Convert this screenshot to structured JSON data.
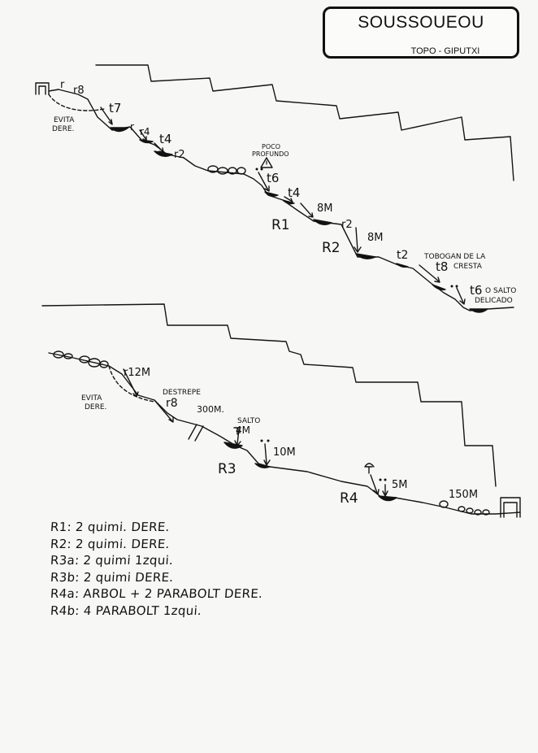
{
  "header": {
    "title": "SOUSSOUEOU",
    "subtitle": "TOPO - GIPUTXI"
  },
  "section1": {
    "rappel_r": "r",
    "rappel_r8": "r8",
    "evita_dere": [
      "EVITA",
      "DERE."
    ],
    "t7": "t7",
    "r_small": "r",
    "r4": "r4",
    "t4_a": "t4",
    "r2_a": "r2",
    "warning_text": [
      "POCO",
      "PROFUNDO"
    ],
    "t6_a": "t6",
    "t4_b": "t4",
    "r1_label": "R1",
    "drop_8m_a": "8M",
    "r2_b": "r2",
    "r2_station": "R2",
    "drop_8m_b": "8M",
    "t2": "t2",
    "tobogan": [
      "TOBOGAN DE LA",
      "CRESTA"
    ],
    "t8": "t8",
    "t6_b": "t6",
    "salto_delicado": [
      "O SALTO",
      "DELICADO"
    ]
  },
  "section2": {
    "r12m": "r12M",
    "evita_dere": [
      "EVITA",
      "DERE."
    ],
    "destrepe": "DESTREPE",
    "r8": "r8",
    "m300": "300M.",
    "salto": "SALTO",
    "salto_4m": "4M",
    "drop_10m": "10M",
    "r3_label": "R3",
    "r4_label": "R4",
    "drop_5m": "5M",
    "m150": "150M"
  },
  "legend": [
    "R1: 2 quimi. DERE.",
    "R2: 2 quimi. DERE.",
    "R3a: 2 quimi 1zqui.",
    "R3b: 2 quimi DERE.",
    "R4a: ARBOL + 2 PARABOLT DERE.",
    "R4b: 4 PARABOLT 1zqui."
  ]
}
